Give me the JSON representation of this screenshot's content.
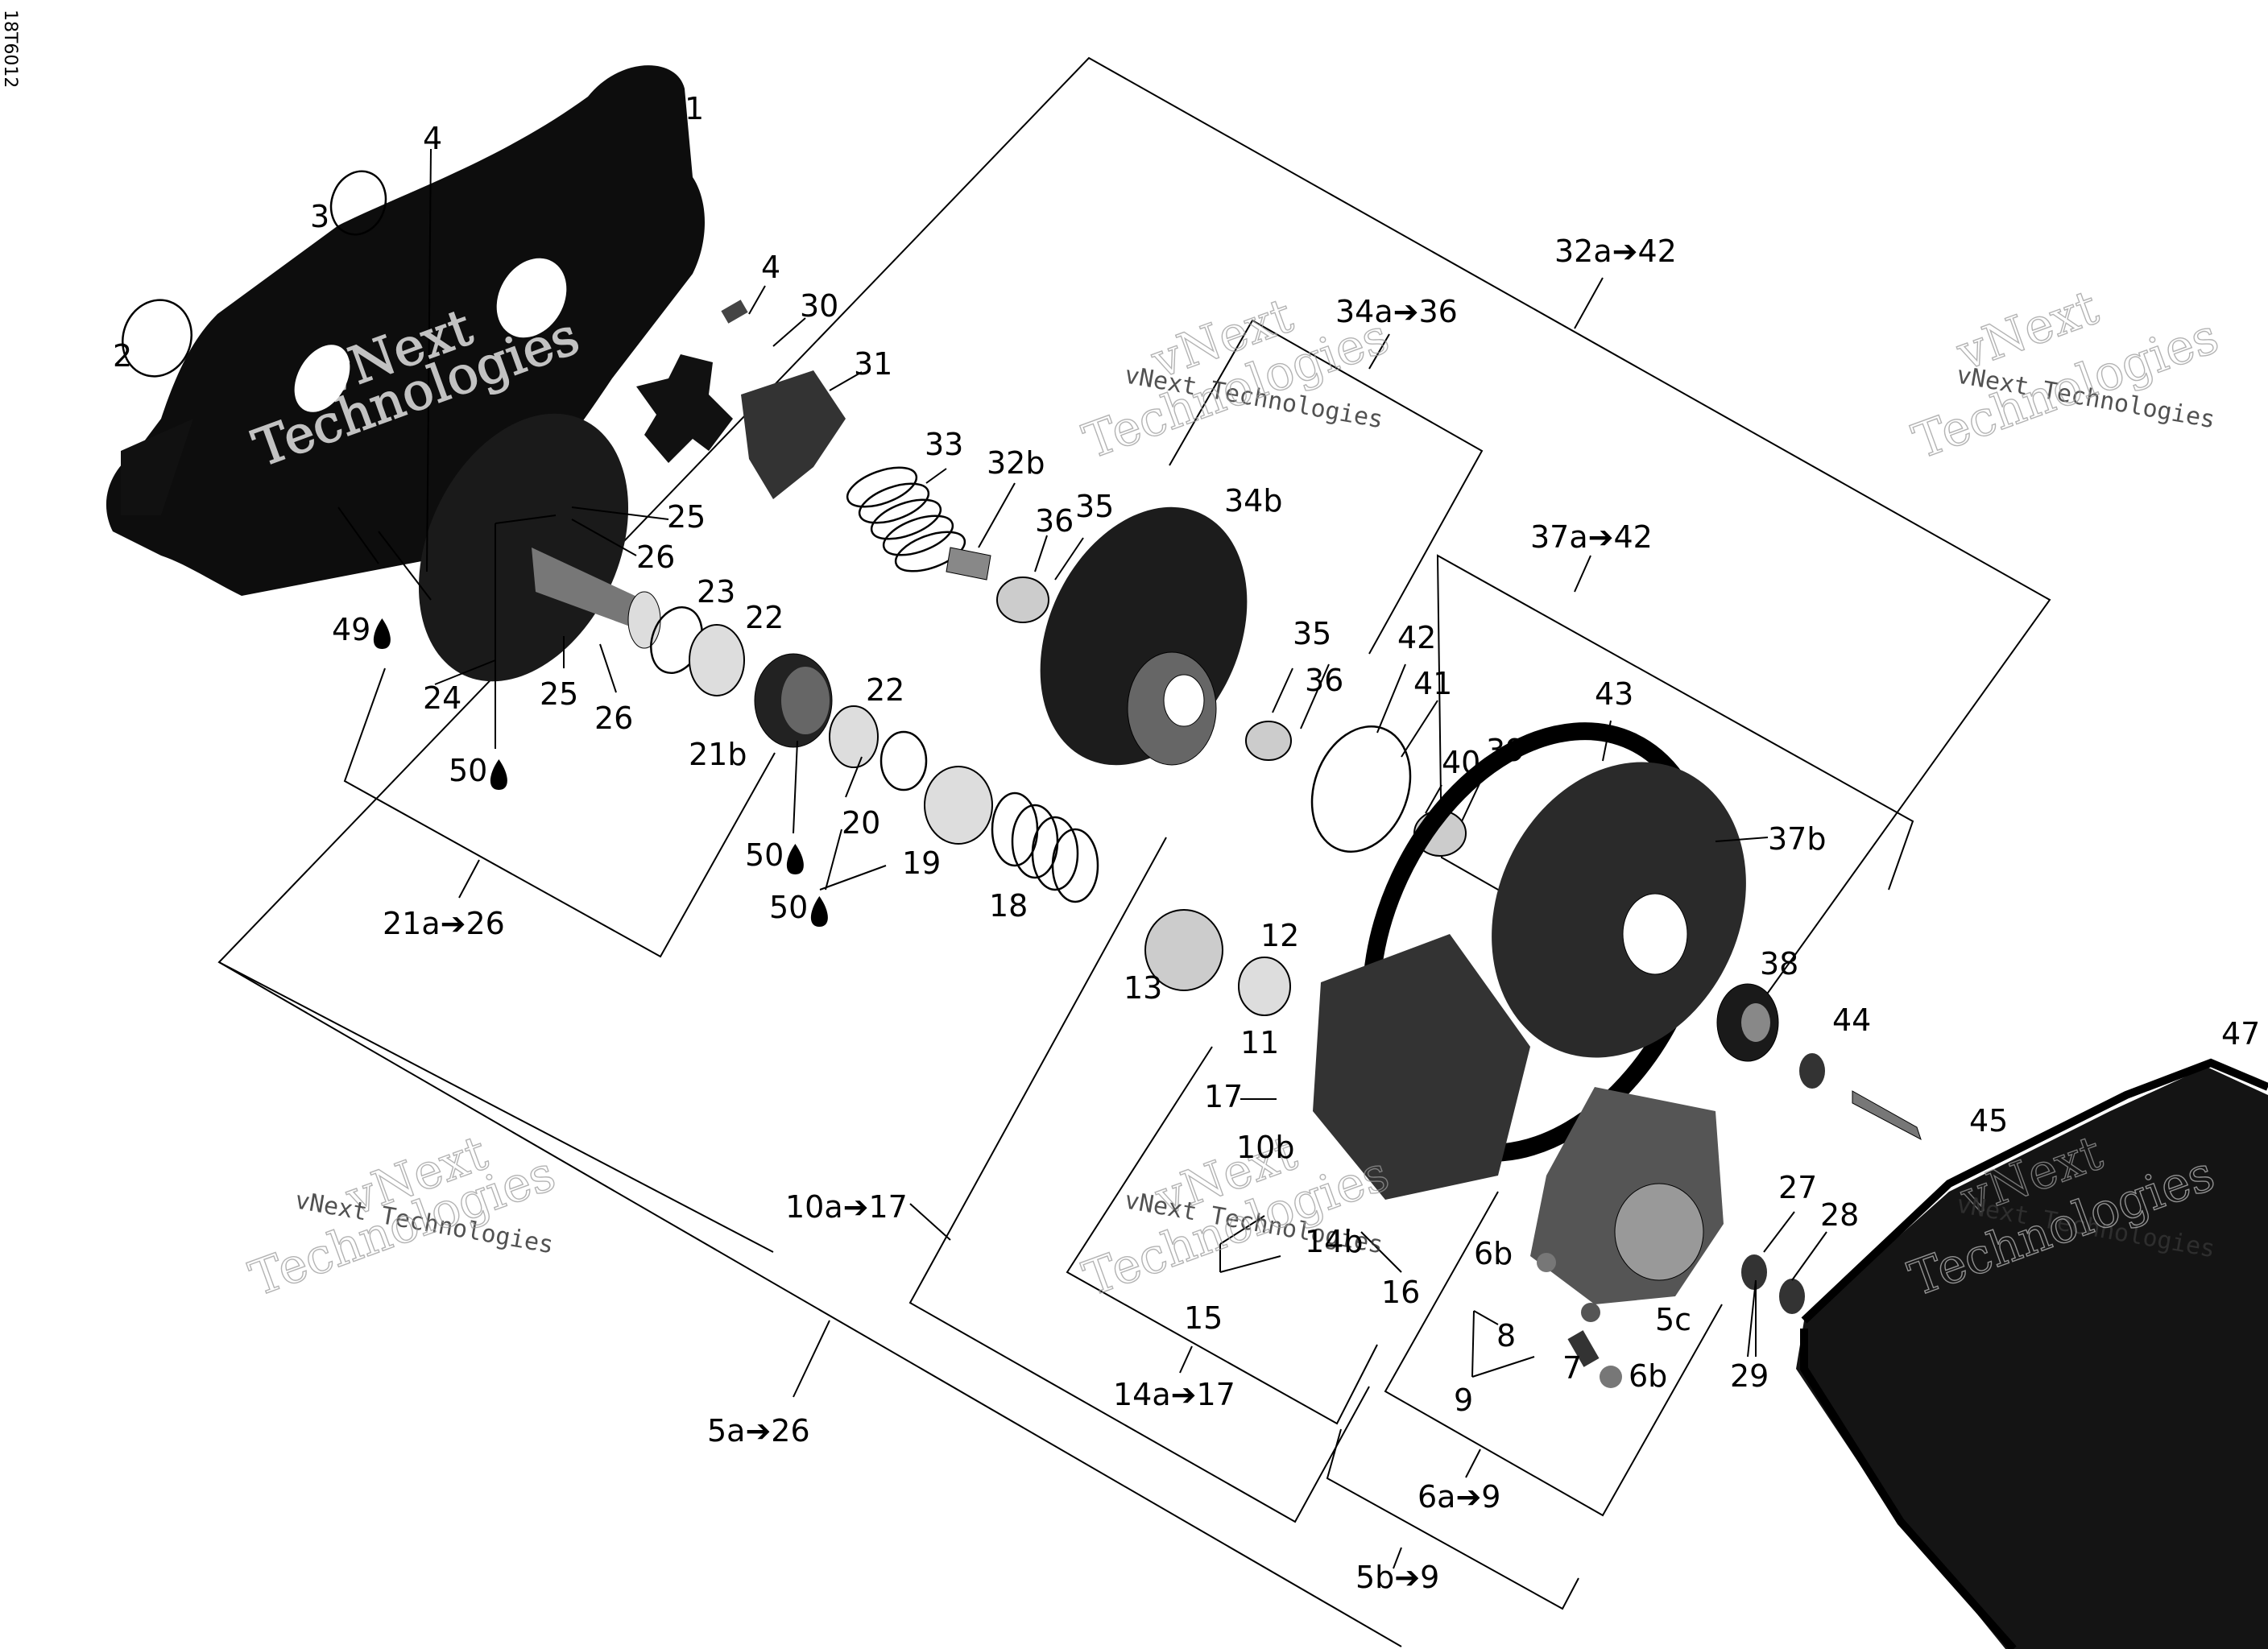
{
  "diagram": {
    "reference_code": "18T6012",
    "watermark_brand": "vNext",
    "watermark_text": "Technologies",
    "watermark_small": "vNext Technologies",
    "callouts": [
      {
        "id": "c1",
        "label": "1"
      },
      {
        "id": "c2",
        "label": "2"
      },
      {
        "id": "c3",
        "label": "3"
      },
      {
        "id": "c4a",
        "label": "4"
      },
      {
        "id": "c4b",
        "label": "4"
      },
      {
        "id": "c30",
        "label": "30"
      },
      {
        "id": "c31",
        "label": "31"
      },
      {
        "id": "c33",
        "label": "33"
      },
      {
        "id": "c32b",
        "label": "32b"
      },
      {
        "id": "c36a",
        "label": "36"
      },
      {
        "id": "c35a",
        "label": "35"
      },
      {
        "id": "c34b",
        "label": "34b"
      },
      {
        "id": "c32a42",
        "label": "32a➔42"
      },
      {
        "id": "c34a36",
        "label": "34a➔36"
      },
      {
        "id": "c37a42",
        "label": "37a➔42"
      },
      {
        "id": "c25a",
        "label": "25"
      },
      {
        "id": "c26a",
        "label": "26"
      },
      {
        "id": "c49",
        "label": "49"
      },
      {
        "id": "c23",
        "label": "23"
      },
      {
        "id": "c22a",
        "label": "22"
      },
      {
        "id": "c24",
        "label": "24"
      },
      {
        "id": "c25b",
        "label": "25"
      },
      {
        "id": "c26b",
        "label": "26"
      },
      {
        "id": "c50a",
        "label": "50"
      },
      {
        "id": "c21b",
        "label": "21b"
      },
      {
        "id": "c22b",
        "label": "22"
      },
      {
        "id": "c20",
        "label": "20"
      },
      {
        "id": "c19",
        "label": "19"
      },
      {
        "id": "c50b",
        "label": "50"
      },
      {
        "id": "c50c",
        "label": "50"
      },
      {
        "id": "c18",
        "label": "18"
      },
      {
        "id": "c21a26",
        "label": "21a➔26"
      },
      {
        "id": "c35b",
        "label": "35"
      },
      {
        "id": "c36b",
        "label": "36"
      },
      {
        "id": "c42",
        "label": "42"
      },
      {
        "id": "c41",
        "label": "41"
      },
      {
        "id": "c40",
        "label": "40"
      },
      {
        "id": "c39",
        "label": "39"
      },
      {
        "id": "c43",
        "label": "43"
      },
      {
        "id": "c37b",
        "label": "37b"
      },
      {
        "id": "c38",
        "label": "38"
      },
      {
        "id": "c12",
        "label": "12"
      },
      {
        "id": "c13",
        "label": "13"
      },
      {
        "id": "c11",
        "label": "11"
      },
      {
        "id": "c17",
        "label": "17"
      },
      {
        "id": "c10b",
        "label": "10b"
      },
      {
        "id": "c10a17",
        "label": "10a➔17"
      },
      {
        "id": "c44",
        "label": "44"
      },
      {
        "id": "c45",
        "label": "45"
      },
      {
        "id": "c47",
        "label": "47"
      },
      {
        "id": "c14b",
        "label": "14b"
      },
      {
        "id": "c15",
        "label": "15"
      },
      {
        "id": "c16",
        "label": "16"
      },
      {
        "id": "c6b_a",
        "label": "6b"
      },
      {
        "id": "c8",
        "label": "8"
      },
      {
        "id": "c5c",
        "label": "5c"
      },
      {
        "id": "c9",
        "label": "9"
      },
      {
        "id": "c7",
        "label": "7"
      },
      {
        "id": "c6b_b",
        "label": "6b"
      },
      {
        "id": "c27",
        "label": "27"
      },
      {
        "id": "c28",
        "label": "28"
      },
      {
        "id": "c29",
        "label": "29"
      },
      {
        "id": "c14a17",
        "label": "14a➔17"
      },
      {
        "id": "c5a26",
        "label": "5a➔26"
      },
      {
        "id": "c6a9",
        "label": "6a➔9"
      },
      {
        "id": "c5b9",
        "label": "5b➔9"
      }
    ]
  }
}
